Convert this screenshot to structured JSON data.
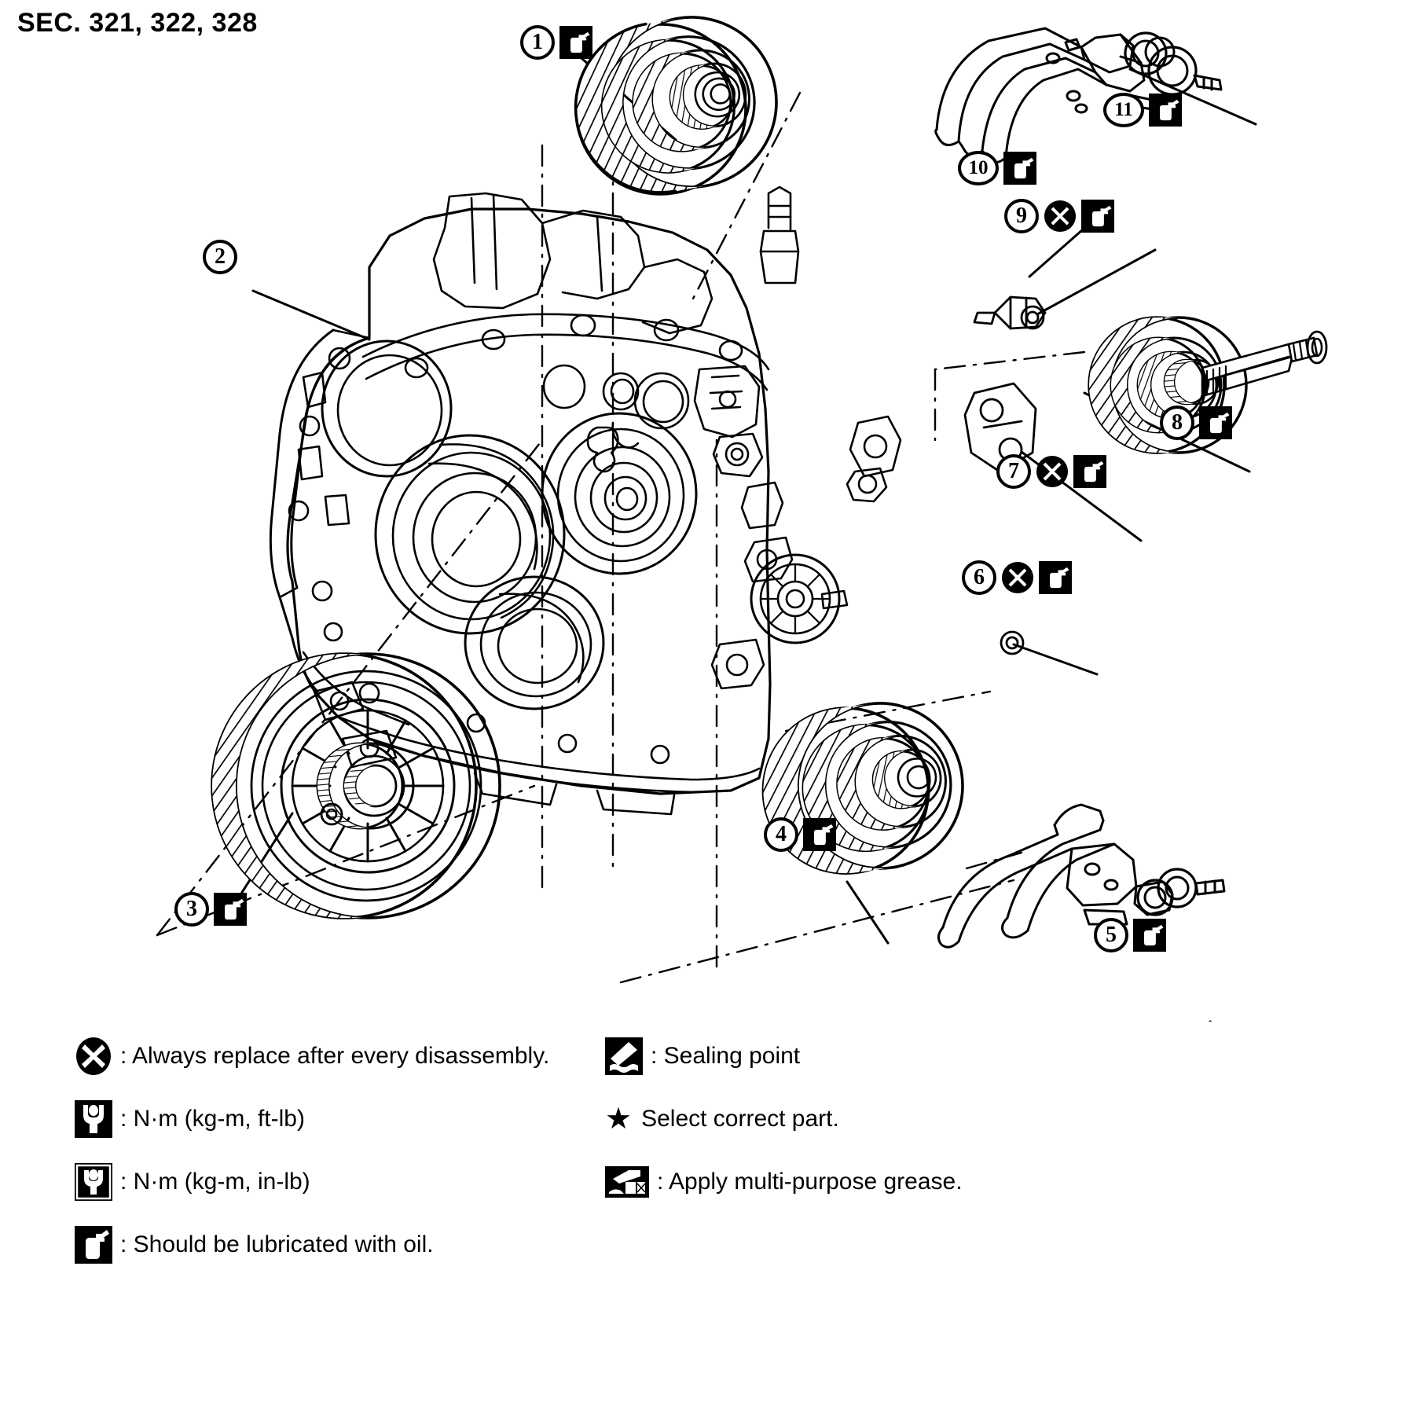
{
  "title": "SEC. 321, 322, 328",
  "callouts": [
    {
      "id": "1",
      "number": "1",
      "icons": [
        "oil-can-icon"
      ],
      "part": "mainshaft-gear-assembly-top"
    },
    {
      "id": "2",
      "number": "2",
      "icons": [],
      "part": "transmission-case"
    },
    {
      "id": "3",
      "number": "3",
      "icons": [
        "oil-can-icon"
      ],
      "part": "final-drive-differential-gear"
    },
    {
      "id": "4",
      "number": "4",
      "icons": [
        "oil-can-icon"
      ],
      "part": "mainshaft-gear-assembly-lower"
    },
    {
      "id": "5",
      "number": "5",
      "icons": [
        "oil-can-icon"
      ],
      "part": "shift-fork-lower"
    },
    {
      "id": "6",
      "number": "6",
      "icons": [
        "replace-x-icon",
        "oil-can-icon"
      ],
      "part": "snap-ring-lower"
    },
    {
      "id": "7",
      "number": "7",
      "icons": [
        "replace-x-icon",
        "oil-can-icon"
      ],
      "part": "bearing-retainer-plate"
    },
    {
      "id": "8",
      "number": "8",
      "icons": [
        "oil-can-icon"
      ],
      "part": "input-shaft-assembly"
    },
    {
      "id": "9",
      "number": "9",
      "icons": [
        "replace-x-icon",
        "oil-can-icon"
      ],
      "part": "snap-ring-upper"
    },
    {
      "id": "10",
      "number": "10",
      "icons": [
        "oil-can-icon"
      ],
      "part": "shift-rod-detent"
    },
    {
      "id": "11",
      "number": "11",
      "icons": [
        "oil-can-icon"
      ],
      "part": "shift-fork-upper"
    }
  ],
  "legend": {
    "left": [
      {
        "icon": "replace-x-icon",
        "text": ": Always replace after every disassembly."
      },
      {
        "icon": "torque-ftlb-icon",
        "text": ": N·m (kg-m, ft-lb)"
      },
      {
        "icon": "torque-inlb-icon",
        "text": ": N·m (kg-m, in-lb)"
      },
      {
        "icon": "oil-can-icon",
        "text": ": Should be lubricated with oil."
      }
    ],
    "right": [
      {
        "icon": "sealing-point-icon",
        "text": ": Sealing point"
      },
      {
        "icon": "star-icon",
        "text": "Select correct part."
      },
      {
        "icon": "grease-gun-icon",
        "text": ": Apply multi-purpose grease."
      }
    ]
  },
  "colors": {
    "ink": "#000000",
    "paper": "#ffffff"
  }
}
